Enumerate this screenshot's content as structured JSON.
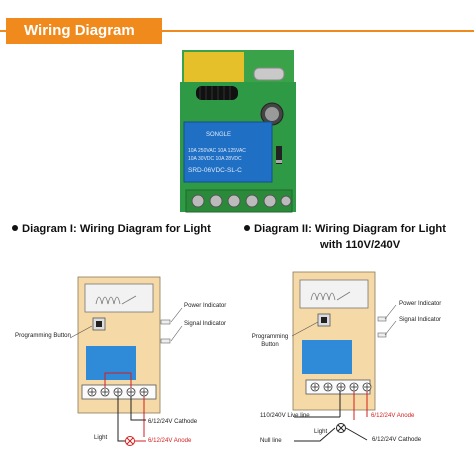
{
  "header": {
    "title": "Wiring Diagram"
  },
  "module_photo": {
    "relay_brand": "SONGLE",
    "relay_rating_1": "10A 250VAC  10A 125VAC",
    "relay_rating_2": "10A 30VDC  10A 28VDC",
    "relay_model": "SRD-06VDC-SL-C"
  },
  "diagram1": {
    "heading": "Diagram I: Wiring Diagram for Light",
    "power_indicator": "Power Indicator",
    "signal_indicator": "Signal  Indicator",
    "programming_button": "Programming Button",
    "cathode": "6/12/24V Cathode",
    "anode": "6/12/24V Anode",
    "light": "Light"
  },
  "diagram2": {
    "heading_line1": "Diagram II: Wiring Diagram for Light",
    "heading_line2": "with 110V/240V",
    "power_indicator": "Power Indicator",
    "signal_indicator": "Signal  Indicator",
    "programming_button": "Programming Button",
    "live_line": "110/240V Live line",
    "anode": "6/12/24V Anode",
    "light": "Light",
    "null_line": "Null line",
    "cathode": "6/12/24V Cathode"
  },
  "colors": {
    "accent": "#f08a1c",
    "wire_red": "#d41f1f",
    "board": "#f5d9a6",
    "relay_blue": "#2f8ad8"
  }
}
